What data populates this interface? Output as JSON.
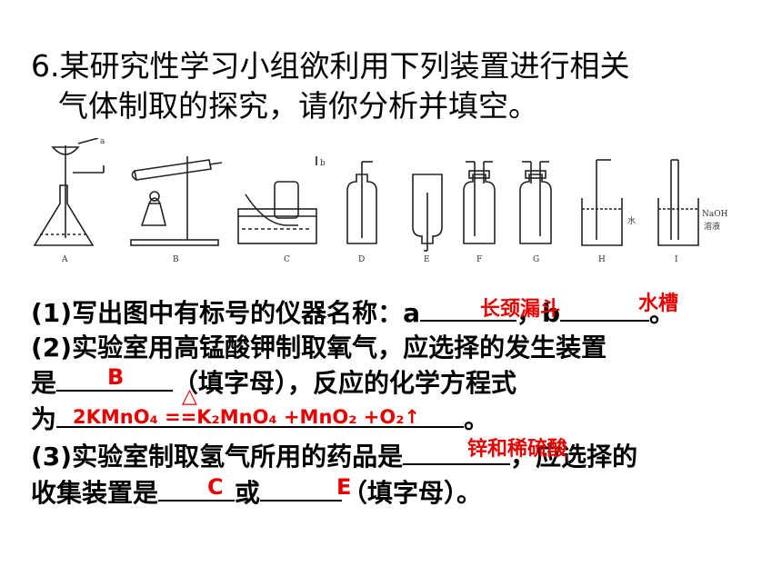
{
  "question": {
    "number": "6.",
    "line1": "某研究性学习小组欲利用下列装置进行相关",
    "line2": "气体制取的探究，请你分析并填空。"
  },
  "figure": {
    "label_a": "a",
    "label_b": "b",
    "letters": [
      "A",
      "B",
      "C",
      "D",
      "E",
      "F",
      "G",
      "H",
      "I"
    ],
    "water_label": "水",
    "naoh_label_1": "NaOH",
    "naoh_label_2": "溶液"
  },
  "part1": {
    "prefix": "(1)写出图中有标号的仪器名称：a",
    "mid": "，b",
    "suffix": "。",
    "answer_a": "长颈漏斗",
    "answer_b": "水槽"
  },
  "part2": {
    "line1": "(2)实验室用高锰酸钾制取氧气，应选择的发生装置",
    "line2_prefix": "是",
    "line2_suffix": "（填字母），反应的化学方程式",
    "line3_prefix": "为",
    "line3_suffix": "。",
    "answer_device": "B",
    "heat_symbol": "△",
    "equation": "2KMnO₄ ==K₂MnO₄ +MnO₂ +O₂↑"
  },
  "part3": {
    "line1_prefix": "(3)实验室制取氢气所用的药品是",
    "line1_suffix": "，应选择的",
    "line2_prefix": "收集装置是",
    "line2_mid": "或",
    "line2_suffix": "（填字母）。",
    "answer_reagents": "锌和稀硫酸",
    "answer_c": "C",
    "answer_e": "E"
  }
}
